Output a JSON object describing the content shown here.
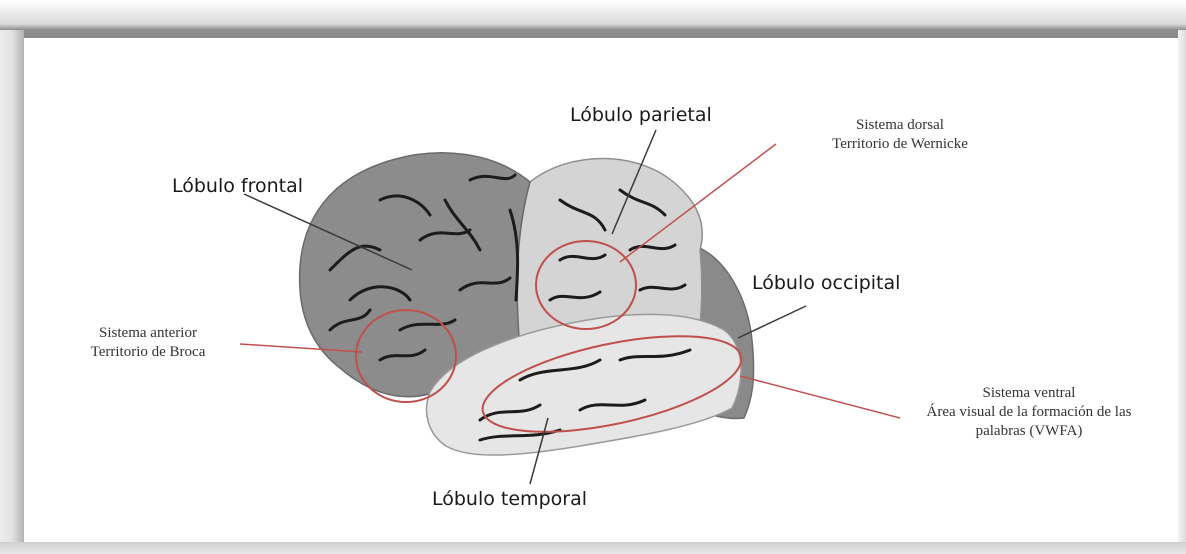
{
  "lobes": {
    "parietal": "Lóbulo parietal",
    "frontal": "Lóbulo frontal",
    "occipital": "Lóbulo occipital",
    "temporal": "Lóbulo temporal"
  },
  "systems": {
    "dorsal": {
      "line1": "Sistema dorsal",
      "line2": "Territorio de Wernicke"
    },
    "anterior": {
      "line1": "Sistema anterior",
      "line2": "Territorio de Broca"
    },
    "ventral": {
      "line1": "Sistema ventral",
      "line2": "Área visual de la formación de las",
      "line3": "palabras (VWFA)"
    }
  },
  "colors": {
    "frontal_lobe": "#8c8c8c",
    "parietal_lobe": "#d4d4d4",
    "temporal_lobe": "#e6e6e6",
    "occipital_lobe": "#8a8a8a",
    "annotation_red": "#c0504d"
  }
}
